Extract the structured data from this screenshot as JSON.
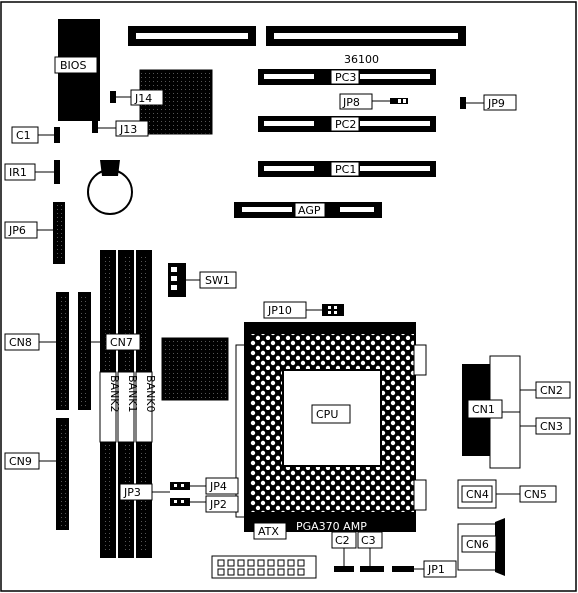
{
  "board": {
    "model": "36100",
    "socket": "PGA370 AMP",
    "power": "ATX"
  },
  "labels": {
    "bios": "BIOS",
    "j14": "J14",
    "j13": "J13",
    "c1": "C1",
    "ir1": "IR1",
    "jp6": "JP6",
    "cn8": "CN8",
    "cn7": "CN7",
    "cn9": "CN9",
    "pc3": "PC3",
    "pc2": "PC2",
    "pc1": "PC1",
    "agp": "AGP",
    "jp8": "JP8",
    "jp9": "JP9",
    "sw1": "SW1",
    "jp10": "JP10",
    "cpu": "CPU",
    "bank2": "BANK2",
    "bank1": "BANK1",
    "bank0": "BANK0",
    "jp3": "JP3",
    "jp4": "JP4",
    "jp2": "JP2",
    "cn1": "CN1",
    "cn2": "CN2",
    "cn3": "CN3",
    "cn4": "CN4",
    "cn5": "CN5",
    "cn6": "CN6",
    "c2": "C2",
    "c3": "C3",
    "jp1": "JP1"
  }
}
